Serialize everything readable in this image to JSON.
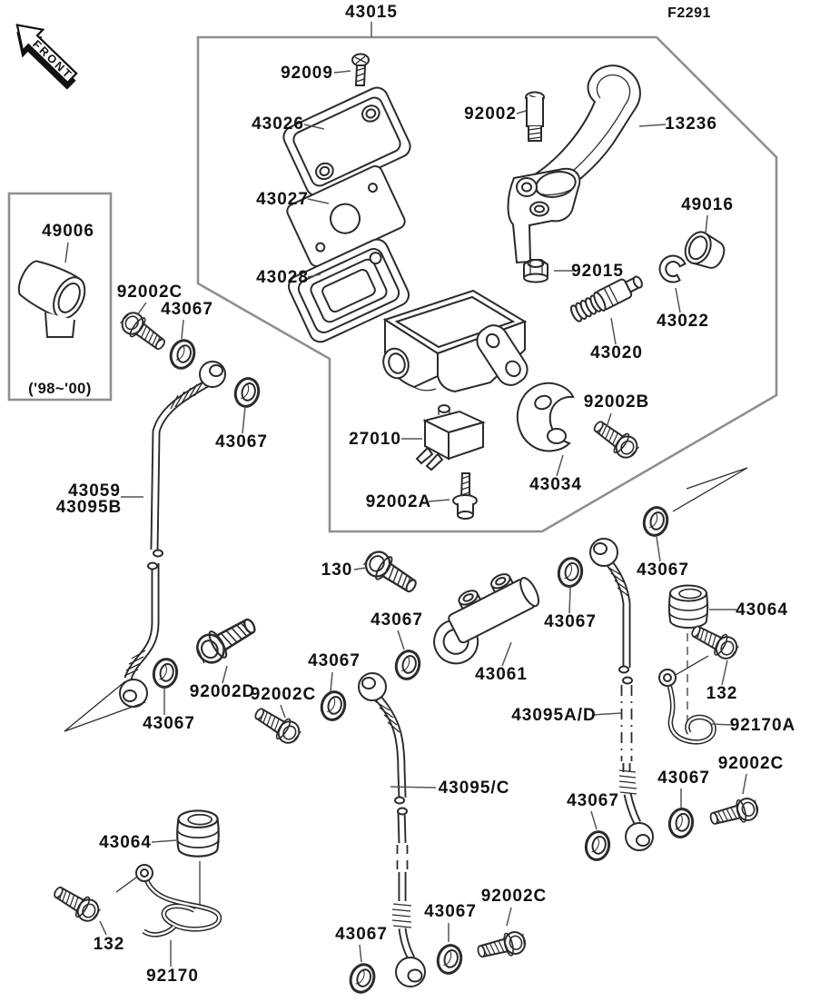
{
  "diagram": {
    "figure_code": "F2291",
    "front_marker": "FRONT",
    "assembly_callout": "43015",
    "variant_note": "('98~'00)",
    "description": "Front master cylinder exploded parts diagram"
  },
  "labels": {
    "43015": "43015",
    "f2291": "F2291",
    "front": "FRONT",
    "92009": "92009",
    "43026": "43026",
    "92002": "92002",
    "13236": "13236",
    "43027": "43027",
    "49016": "49016",
    "43028": "43028",
    "92015": "92015",
    "43022": "43022",
    "43020": "43020",
    "49006": "49006",
    "note9800": "('98~'00)",
    "92002C": "92002C",
    "43067": "43067",
    "27010": "27010",
    "92002B": "92002B",
    "43034": "43034",
    "92002A": "92002A",
    "43059": "43059",
    "43095B": "43095B",
    "130": "130",
    "92002D": "92002D",
    "43061": "43061",
    "43064": "43064",
    "132": "132",
    "92170A": "92170A",
    "43095AD": "43095A/D",
    "43095C": "43095/C",
    "92170": "92170"
  }
}
